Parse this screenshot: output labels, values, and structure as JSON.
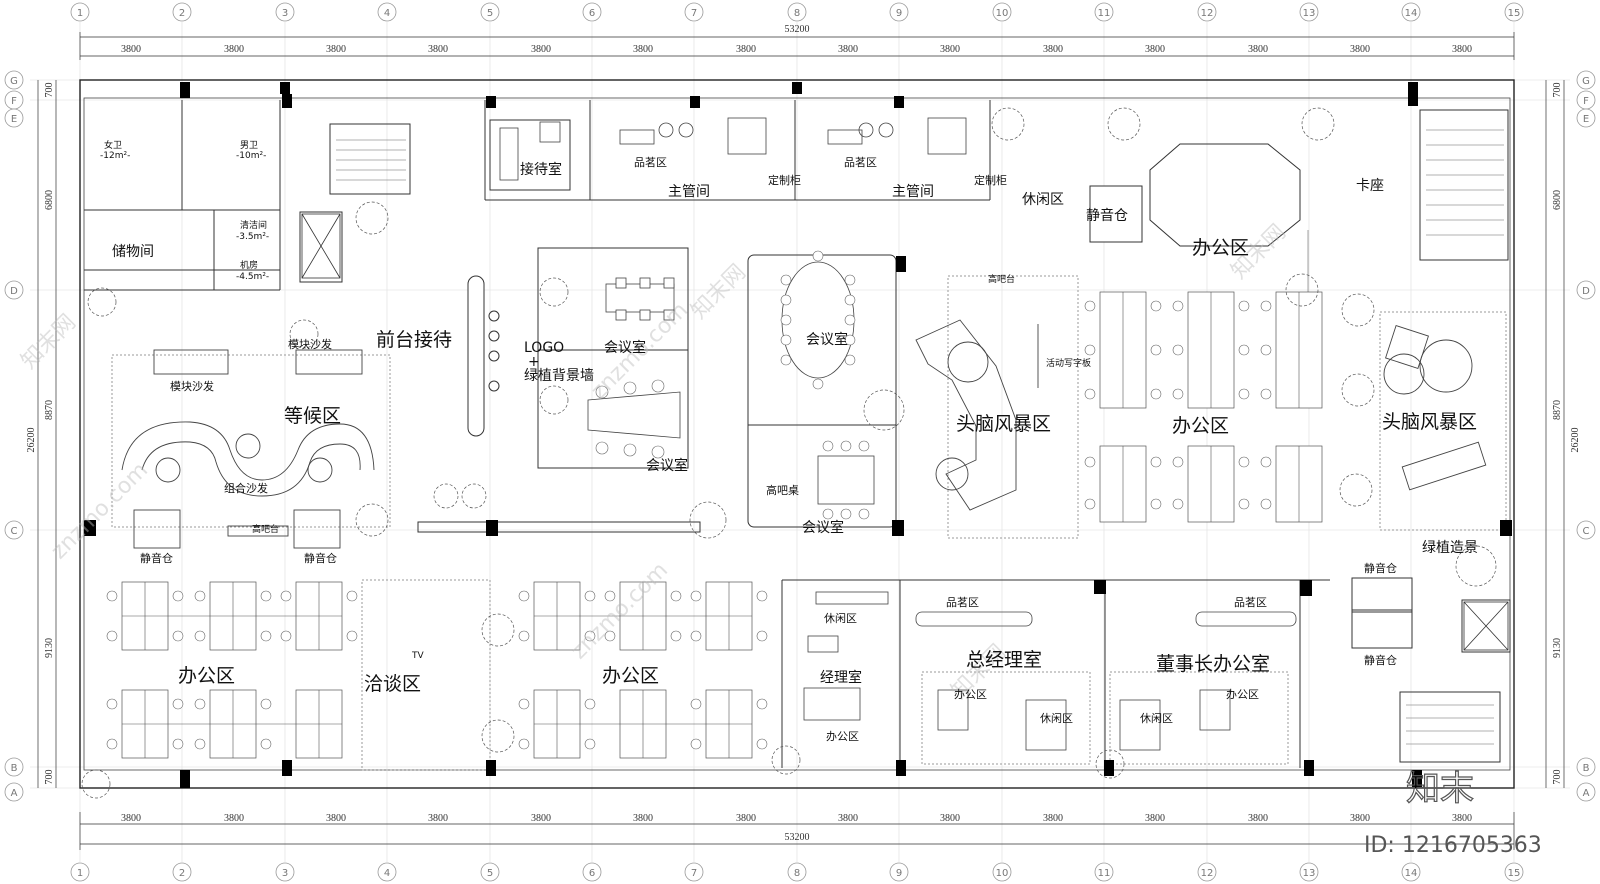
{
  "axis_numbers": [
    "1",
    "2",
    "3",
    "4",
    "5",
    "6",
    "7",
    "8",
    "9",
    "10",
    "11",
    "12",
    "13",
    "14",
    "15"
  ],
  "axis_letters_left": [
    "G",
    "F",
    "E",
    "D",
    "C",
    "B",
    "A"
  ],
  "axis_letters_right": [
    "G",
    "F",
    "E",
    "D",
    "C",
    "B",
    "A"
  ],
  "dimensions": {
    "bay": "3800",
    "total": "53200",
    "left_vertical": [
      "700",
      "6800",
      "8870",
      "9130",
      "700"
    ],
    "left_total": "26200",
    "right_vertical": [
      "700",
      "6800",
      "8870",
      "9130",
      "700"
    ],
    "right_total": "26200"
  },
  "rooms": {
    "female_wc": "女卫",
    "female_wc_area": "-12m²-",
    "male_wc": "男卫",
    "male_wc_area": "-10m²-",
    "cleaning": "清洁间",
    "cleaning_area": "-3.5m²-",
    "storage": "储物间",
    "machine": "机房",
    "machine_area": "-4.5m²-",
    "reception_room": "接待室",
    "tea_area_1": "品茗区",
    "manager_room_1": "主管间",
    "cabinet_1": "定制柜",
    "tea_area_2": "品茗区",
    "manager_room_2": "主管间",
    "cabinet_2": "定制柜",
    "lounge_top": "休闲区",
    "quiet_pod_top": "静音仓",
    "office_top": "办公区",
    "booth": "卡座",
    "front_desk": "前台接待",
    "logo": "LOGO",
    "logo_plus": "+",
    "green_wall": "绿植背景墙",
    "meeting_1": "会议室",
    "meeting_2": "会议室",
    "meeting_3": "会议室",
    "meeting_4": "会议室",
    "bar_table": "高吧桌",
    "brainstorm_1": "头脑风暴区",
    "whiteboard": "活动写字板",
    "bar_counter_top": "高吧台",
    "office_mid": "办公区",
    "brainstorm_2": "头脑风暴区",
    "module_sofa_1": "模块沙发",
    "module_sofa_2": "模块沙发",
    "waiting": "等候区",
    "combo_sofa": "组合沙发",
    "bar_counter": "高吧台",
    "quiet_pod_left_1": "静音仓",
    "quiet_pod_left_2": "静音仓",
    "green_feature": "绿植造景",
    "quiet_pod_right_1": "静音仓",
    "quiet_pod_right_2": "静音仓",
    "office_left": "办公区",
    "negotiation": "洽谈区",
    "tv": "TV",
    "office_center": "办公区",
    "lounge_mgr": "休闲区",
    "manager_room": "经理室",
    "office_mgr": "办公区",
    "tea_gm": "品茗区",
    "gm_office": "总经理室",
    "office_gm": "办公区",
    "lounge_gm": "休闲区",
    "tea_chair": "品茗区",
    "chairman_office": "董事长办公室",
    "lounge_chair": "休闲区",
    "office_chair": "办公区"
  },
  "watermarks": [
    "知末网",
    "znzmo.com",
    "知末网",
    "znzmo.com",
    "知末网",
    "znzmo.com",
    "知末网"
  ],
  "brand": "知末",
  "image_id": "ID: 1216705363"
}
